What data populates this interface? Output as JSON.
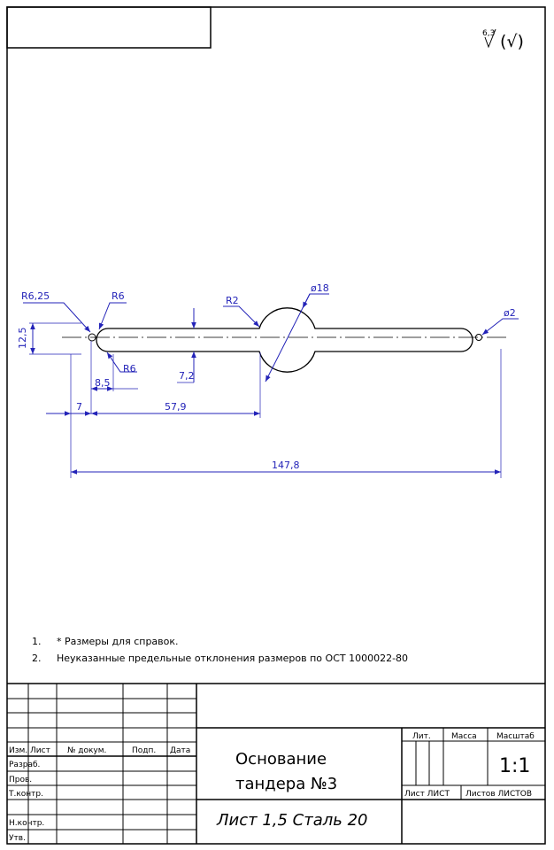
{
  "roughness": {
    "value": "6,3",
    "paren_symbol": "(√)"
  },
  "dimensions": {
    "r_left_outer": "R6,25",
    "r_left_neck_top": "R6",
    "r_left_neck_bottom": "R6",
    "r_center": "R2",
    "d_center": "ø18",
    "d_right_hole": "ø2",
    "height_left": "12,5",
    "neck_len": "8,5",
    "bar_height": "7,2",
    "offset_7": "7",
    "to_center": "57,9",
    "overall": "147,8"
  },
  "notes": [
    {
      "num": "1.",
      "text": "* Размеры для справок."
    },
    {
      "num": "2.",
      "text": "Неуказанные предельные отклонения размеров по ОСТ 1000022-80"
    }
  ],
  "title_block": {
    "headers": {
      "izm": "Изм.",
      "list": "Лист",
      "ndoc": "№ докум.",
      "podp": "Подп.",
      "data": "Дата"
    },
    "roles": {
      "razrab": "Разраб.",
      "prov": "Пров.",
      "tkontr": "Т.контр.",
      "nkontr": "Н.контр.",
      "utv": "Утв."
    },
    "part_name_line1": "Основание",
    "part_name_line2": "тандера №3",
    "material": "Лист 1,5 Сталь 20",
    "lit_label": "Лит.",
    "massa_label": "Масса",
    "scale_label": "Масштаб",
    "scale_value": "1:1",
    "sheet_label": "Лист ЛИСТ",
    "sheets_label": "Листов ЛИСТОВ"
  }
}
